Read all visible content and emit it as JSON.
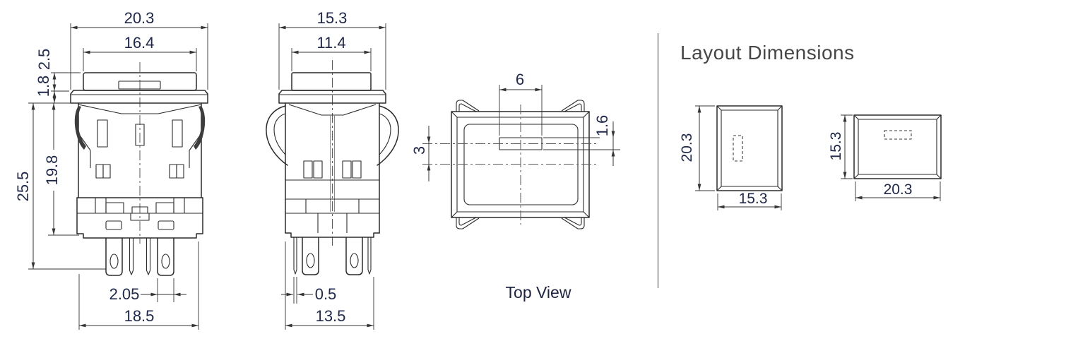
{
  "drawing": {
    "front_view": {
      "name": "front-view",
      "dims": {
        "overall_width": "20.3",
        "cap_width": "16.4",
        "cap_height": "2.5",
        "flange_height": "1.8",
        "body_height": "19.8",
        "overall_height": "25.5",
        "terminal_width": "2.05",
        "terminal_span": "18.5"
      }
    },
    "side_view": {
      "name": "side-view",
      "dims": {
        "overall_width": "15.3",
        "cap_width": "11.4",
        "pin_thickness": "0.5",
        "terminal_span": "13.5"
      }
    },
    "top_view": {
      "label": "Top View",
      "dims": {
        "window_width": "6",
        "window_height": "1.6",
        "window_offset": "3"
      }
    },
    "layout_panel": {
      "heading": "Layout Dimensions",
      "portrait_cutout": {
        "height": "20.3",
        "width": "15.3"
      },
      "landscape_cutout": {
        "height": "15.3",
        "width": "20.3"
      }
    },
    "colors": {
      "line": "#2b2b2b",
      "dim_text": "#20294a",
      "heading": "#474747",
      "background": "#ffffff"
    }
  }
}
